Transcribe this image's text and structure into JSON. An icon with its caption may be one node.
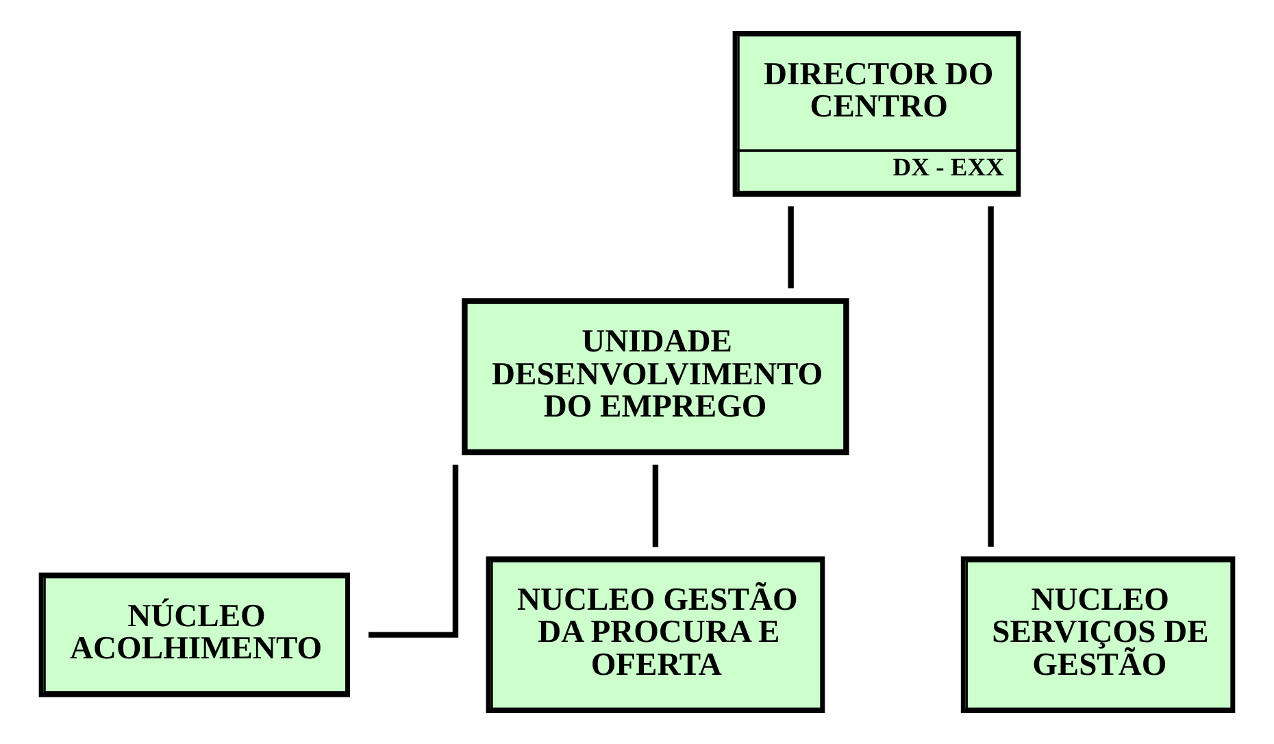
{
  "diagram": {
    "nodes": [
      {
        "text": [
          "DIRECTOR DO CENTRO",
          "DX - EXX"
        ]
      },
      {
        "text": [
          "UNIDADE DESENVOLVIMENTO DO EMPREGO"
        ]
      },
      {
        "text": [
          "NUCLEO SERVIÇOS DE GESTÃO"
        ]
      },
      {
        "text": [
          "NÚCLEO ACOLHIMENTO"
        ]
      },
      {
        "text": [
          "NUCLEO GESTÃO DA PROCURA E OFERTA"
        ]
      }
    ],
    "edges": [
      {
        "from": 0,
        "to": 2,
        "arrow": "none"
      },
      {
        "from": 0,
        "to": 1,
        "arrow": "none"
      },
      {
        "from": 1,
        "to": 3,
        "arrow": "none"
      },
      {
        "from": 1,
        "to": 4,
        "arrow": "none"
      }
    ]
  }
}
